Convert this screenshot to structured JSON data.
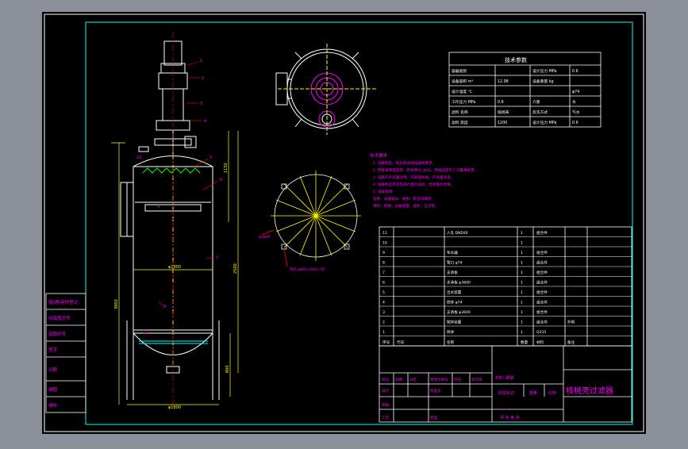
{
  "colors": {
    "frame_bg": "#8a8f9a",
    "sheet": "#000000",
    "border": "#ffffff",
    "inner_border": "#00ffff",
    "drawing_line": "#ffffff",
    "dimension": "#ffff00",
    "annotation": "#ff00ff",
    "leader": "#ff0000",
    "weld": "#00ff00"
  },
  "title_block": {
    "product_name": "核桃壳过滤器",
    "material_label": "材料: 碳钢",
    "weight_label": "重量",
    "scale_label": "比例",
    "stage_label": "阶段标记",
    "sheet_label": "共 张 第 张",
    "cells": [
      "标记",
      "处数",
      "分区",
      "更改文件号",
      "签名",
      "年月日",
      "设计",
      "标准化",
      "审核",
      "工艺",
      "批准"
    ]
  },
  "side_table": {
    "rows": [
      "借(通)用件登记",
      "旧底图总号",
      "底图总号",
      "签字",
      "日期",
      "描图",
      "描校"
    ]
  },
  "tech_params": {
    "title": "技术参数",
    "rows": [
      [
        "容器类别",
        "",
        "设计压力 MPa",
        "0.6"
      ],
      [
        "设备容积 m³",
        "12.98",
        "设备重量 kg",
        ""
      ],
      [
        "设计温度 ℃",
        "",
        "",
        "φ74"
      ],
      [
        "工作压力 MPa",
        "0.6",
        "介质",
        "水"
      ],
      [
        "滤料 名称",
        "核桃壳",
        "反洗方式",
        "气水"
      ],
      [
        "滤料 高度",
        "1200",
        "设计压力 MPa",
        "0.6"
      ]
    ]
  },
  "tech_requirements": {
    "title": "技术要求",
    "lines": [
      "1. 设备制造、检验和验收按图样要求。",
      "2. 焊接采用电弧焊，焊条牌号 J422，焊缝高度不小于最薄板厚。",
      "3. 设备内外表面除锈，内表面防腐，外表面涂漆。",
      "4. 设备制造完毕后进行盛水试验，无渗漏为合格。",
      "5. 设备铭牌：",
      "   名称、设备编号、规格、制造日期等。",
      "   材料：碳钢，设备重量、容积、压力等。"
    ]
  },
  "parts_list": {
    "header": [
      "序号",
      "代号",
      "名称",
      "数量",
      "材料",
      "备注"
    ],
    "rows": [
      [
        "11",
        "",
        "人孔 DN500",
        "1",
        "组合件",
        ""
      ],
      [
        "10",
        "",
        "",
        "1",
        "",
        ""
      ],
      [
        "9",
        "",
        "布水器",
        "1",
        "组合件",
        ""
      ],
      [
        "8",
        "",
        "管口 φ74",
        "1",
        "组合件",
        ""
      ],
      [
        "7",
        "",
        "支承板",
        "1",
        "组合件",
        ""
      ],
      [
        "6",
        "",
        "支承板 φ3600",
        "1",
        "组合件",
        ""
      ],
      [
        "5",
        "",
        "出水装置",
        "1",
        "组合件",
        ""
      ],
      [
        "4",
        "",
        "筒体 φ74",
        "1",
        "组合件",
        ""
      ],
      [
        "3",
        "",
        "支承板 φ3600",
        "1",
        "组合件",
        ""
      ],
      [
        "2",
        "",
        "搅拌装置",
        "1",
        "组合件",
        "外购"
      ],
      [
        "1",
        "",
        "筒体",
        "1",
        "Q235",
        ""
      ]
    ]
  },
  "dimensions": {
    "shell_diameter": "φ1800",
    "base_width": "φ1800",
    "total_height": "3950",
    "shell_height": "2500",
    "leg_height": "800",
    "top_height": "1150",
    "bolt_circle": "φ1800",
    "hole_note": "开孔 φ800×100×30"
  },
  "callouts": [
    "1",
    "2",
    "3",
    "4",
    "5",
    "6",
    "7",
    "8",
    "9",
    "10",
    "11"
  ]
}
